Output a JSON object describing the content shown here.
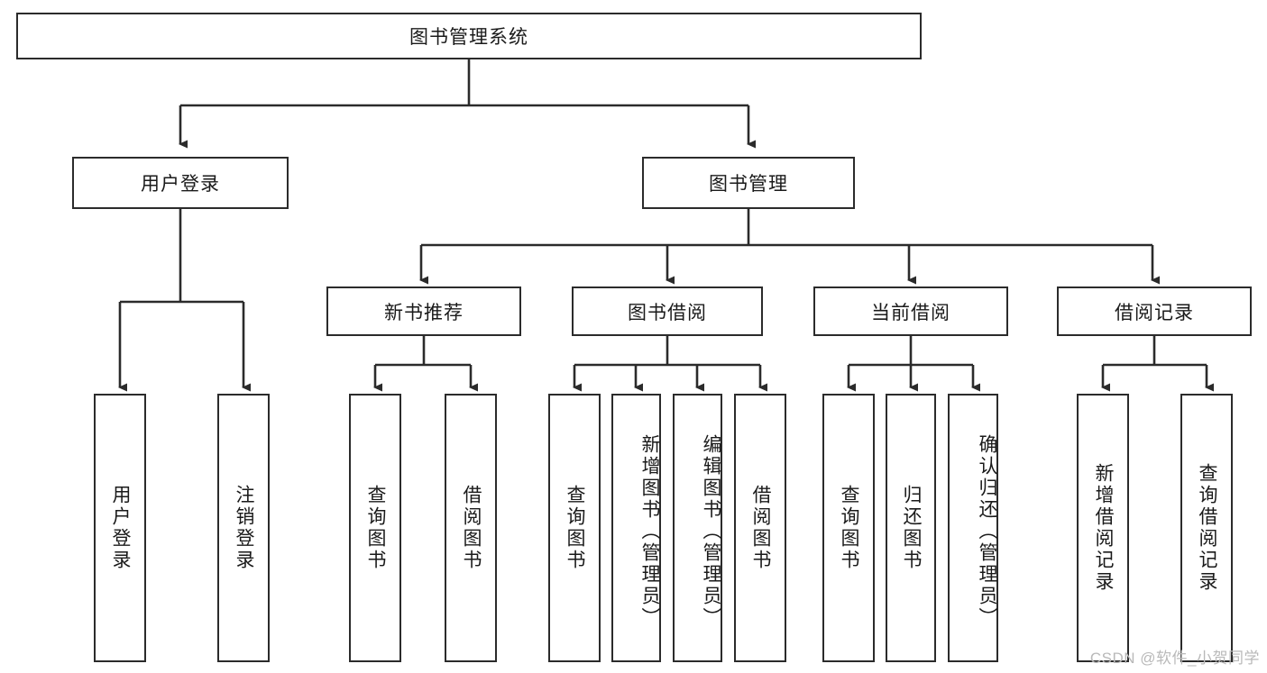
{
  "diagram": {
    "title": "图书管理系统",
    "type": "tree-hierarchy",
    "watermark": "CSDN @软件_小贺同学",
    "colors": {
      "border": "#2b2b2b",
      "background": "#ffffff",
      "text": "#1a1a1a",
      "watermark": "#b9b9b9"
    }
  },
  "nodes": {
    "root": {
      "label": "图书管理系统"
    },
    "level1": [
      {
        "label": "用户登录"
      },
      {
        "label": "图书管理"
      }
    ],
    "level2": [
      {
        "label": "新书推荐"
      },
      {
        "label": "图书借阅"
      },
      {
        "label": "当前借阅"
      },
      {
        "label": "借阅记录"
      }
    ],
    "leaves": {
      "user_login": [
        {
          "label": "用户登录"
        },
        {
          "label": "注销登录"
        }
      ],
      "new_book_recommend": [
        {
          "label": "查询图书"
        },
        {
          "label": "借阅图书"
        }
      ],
      "book_borrow": [
        {
          "label": "查询图书"
        },
        {
          "label": "新增图书（管理员）"
        },
        {
          "label": "编辑图书（管理员）"
        },
        {
          "label": "借阅图书"
        }
      ],
      "current_borrow": [
        {
          "label": "查询图书"
        },
        {
          "label": "归还图书"
        },
        {
          "label": "确认归还（管理员）"
        }
      ],
      "borrow_record": [
        {
          "label": "新增借阅记录"
        },
        {
          "label": "查询借阅记录"
        }
      ]
    }
  }
}
